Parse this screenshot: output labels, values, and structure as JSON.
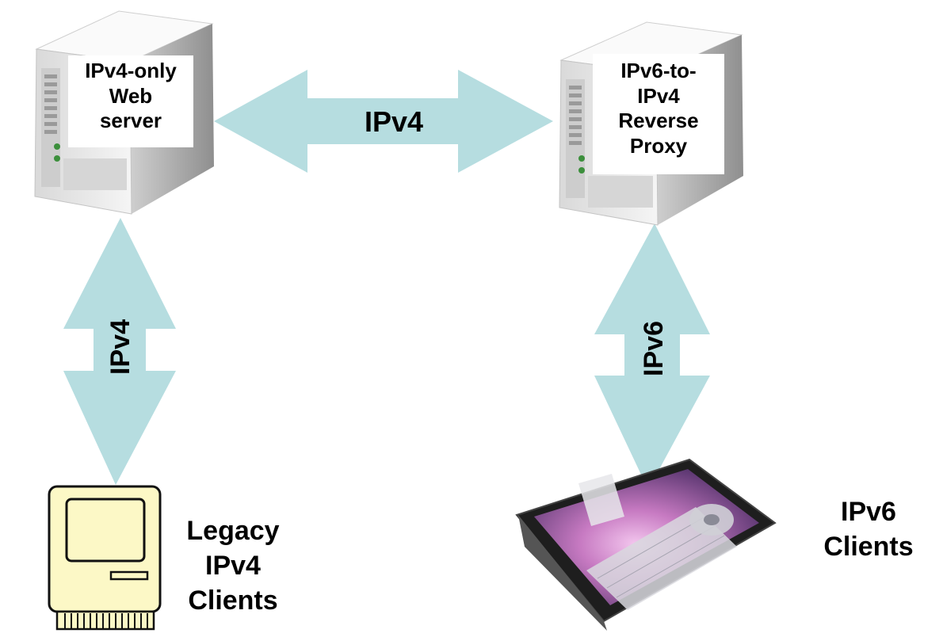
{
  "nodes": {
    "web_server": {
      "label_lines": [
        "IPv4-only",
        "Web",
        "server"
      ]
    },
    "reverse_proxy": {
      "label_lines": [
        "IPv6-to-",
        "IPv4",
        "Reverse",
        "Proxy"
      ]
    },
    "legacy_clients": {
      "label_lines": [
        "Legacy",
        "IPv4",
        "Clients"
      ]
    },
    "ipv6_clients": {
      "label_lines": [
        "IPv6",
        "Clients"
      ]
    }
  },
  "links": {
    "server_to_proxy": {
      "label": "IPv4"
    },
    "server_to_legacy": {
      "label": "IPv4"
    },
    "proxy_to_ipv6": {
      "label": "IPv6"
    }
  },
  "colors": {
    "arrow": "#b6dde0",
    "server_light": "#f2f2f2",
    "server_shade": "#bdbdbd",
    "mac_body": "#fcf8c6",
    "tablet_body": "#1e1e1e",
    "screen_pink": "#c77ac2",
    "screen_purple": "#4b2a6d"
  },
  "icons": [
    "server-icon",
    "server-icon",
    "classic-mac-icon",
    "tablet-icon"
  ]
}
